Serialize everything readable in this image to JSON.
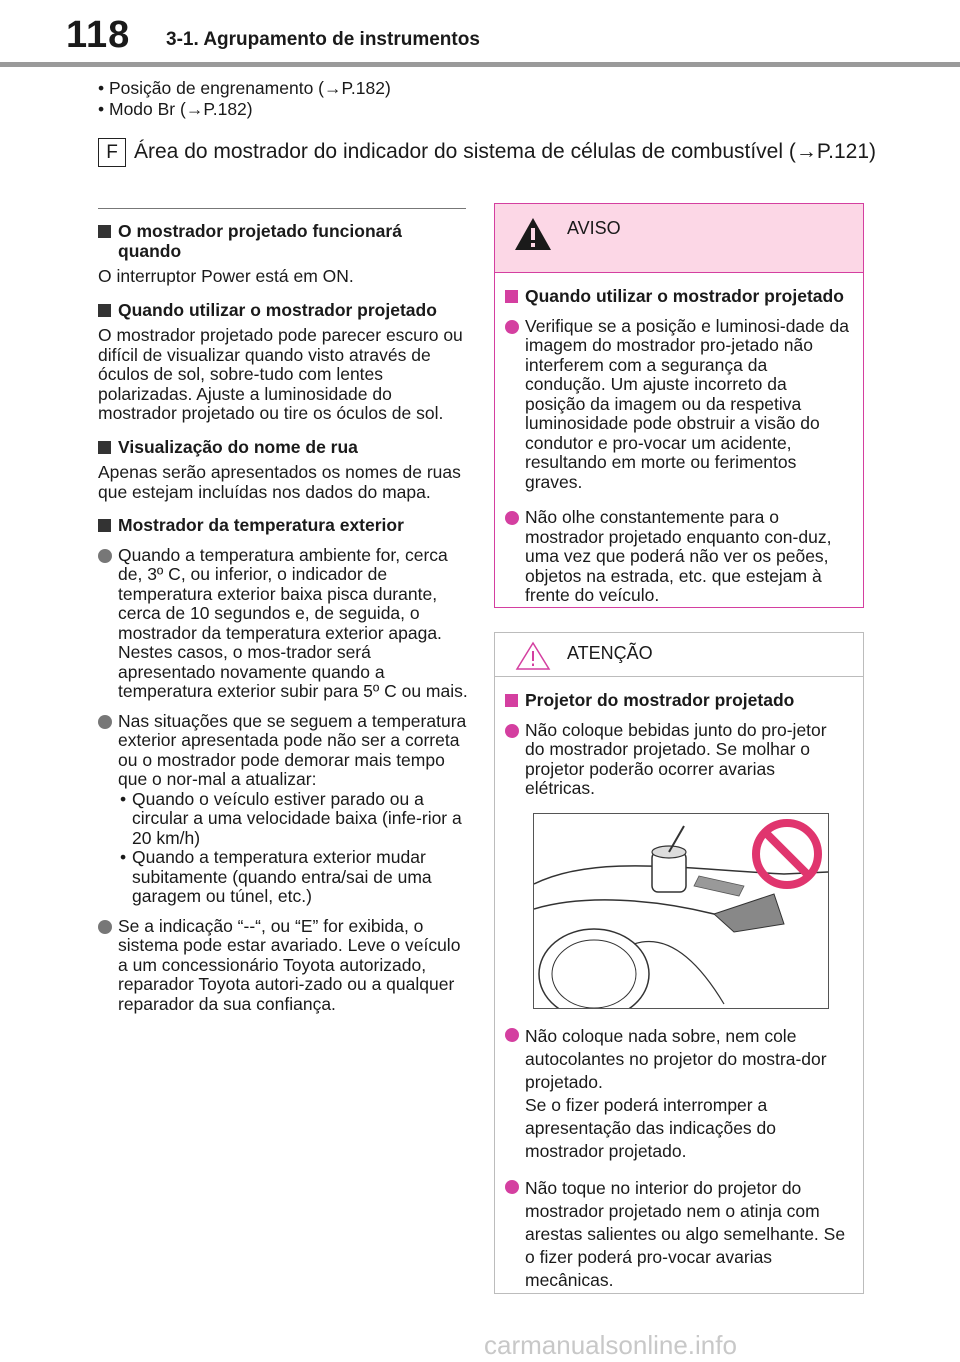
{
  "header": {
    "page_number": "118",
    "section_title": "3-1. Agrupamento de instrumentos"
  },
  "intro": {
    "items": [
      "• Posição de engrenamento (→P.182)",
      "• Modo Br (→P.182)"
    ],
    "f_label": "F",
    "f_text": "Área do mostrador do indicador do sistema de células de combustível (→P.121)"
  },
  "left": {
    "s1_head": "O mostrador projetado funcionará quando",
    "s1_text": "O interruptor Power está em ON.",
    "s2_head": "Quando utilizar o mostrador projetado",
    "s2_text": "O mostrador projetado pode parecer escuro ou difícil de visualizar quando visto através de óculos de sol, sobre-tudo com lentes polarizadas. Ajuste a luminosidade do mostrador projetado ou tire os óculos de sol.",
    "s3_head": "Visualização do nome de rua",
    "s3_text": "Apenas serão apresentados os nomes de ruas que estejam incluídas nos dados do mapa.",
    "s4_head": "Mostrador da temperatura exterior",
    "s4_b1": "Quando a temperatura ambiente for, cerca de, 3º C, ou inferior, o indicador de temperatura exterior baixa pisca durante, cerca de 10 segundos e, de seguida, o mostrador da temperatura exterior apaga. Nestes casos, o mos-trador será apresentado novamente quando a temperatura exterior subir para 5º C ou mais.",
    "s4_b2": "Nas situações que se seguem a temperatura exterior apresentada pode não ser a correta ou o mostrador pode demorar mais tempo que o nor-mal a atualizar:",
    "s4_b2_sub1": "Quando o veículo estiver parado ou a circular a uma velocidade baixa (infe-rior a 20 km/h)",
    "s4_b2_sub2": "Quando a temperatura exterior mudar subitamente (quando entra/sai de uma garagem ou túnel, etc.)",
    "s4_b3": "Se a indicação “--“, ou “E” for exibida, o sistema pode estar avariado. Leve o veículo a um concessionário Toyota autorizado, reparador Toyota autori-zado ou a qualquer reparador da sua confiança."
  },
  "aviso": {
    "title": "AVISO",
    "head": "Quando utilizar o mostrador projetado",
    "b1": "Verifique se a posição e luminosi-dade da imagem do mostrador pro-jetado não interferem com a segurança da condução. Um ajuste incorreto da posição da imagem ou da respetiva luminosidade pode obstruir a visão do condutor e pro-vocar um acidente, resultando em morte ou ferimentos graves.",
    "b2": "Não olhe constantemente para o mostrador projetado enquanto con-duz, uma vez que poderá não ver os peões, objetos na estrada, etc. que estejam à frente do veículo."
  },
  "atencao": {
    "title": "ATENÇÃO",
    "head": "Projetor do mostrador projetado",
    "b1": "Não coloque bebidas junto do pro-jetor do mostrador projetado. Se molhar o projetor poderão ocorrer avarias elétricas.",
    "b2_line1": "Não coloque nada sobre, nem cole autocolantes no projetor do mostra-dor projetado.",
    "b2_line2": "Se o fizer poderá interromper a apresentação das indicações do mostrador projetado.",
    "b3": "Não toque no interior do projetor do mostrador projetado nem o atinja com arestas salientes ou algo semelhante. Se o fizer poderá pro-vocar avarias mecânicas."
  },
  "footer": {
    "watermark": "carmanualsonline.info"
  },
  "colors": {
    "accent_pink": "#d43fa0",
    "aviso_bg": "#fcd7e6",
    "bullet_gray": "#777777"
  }
}
